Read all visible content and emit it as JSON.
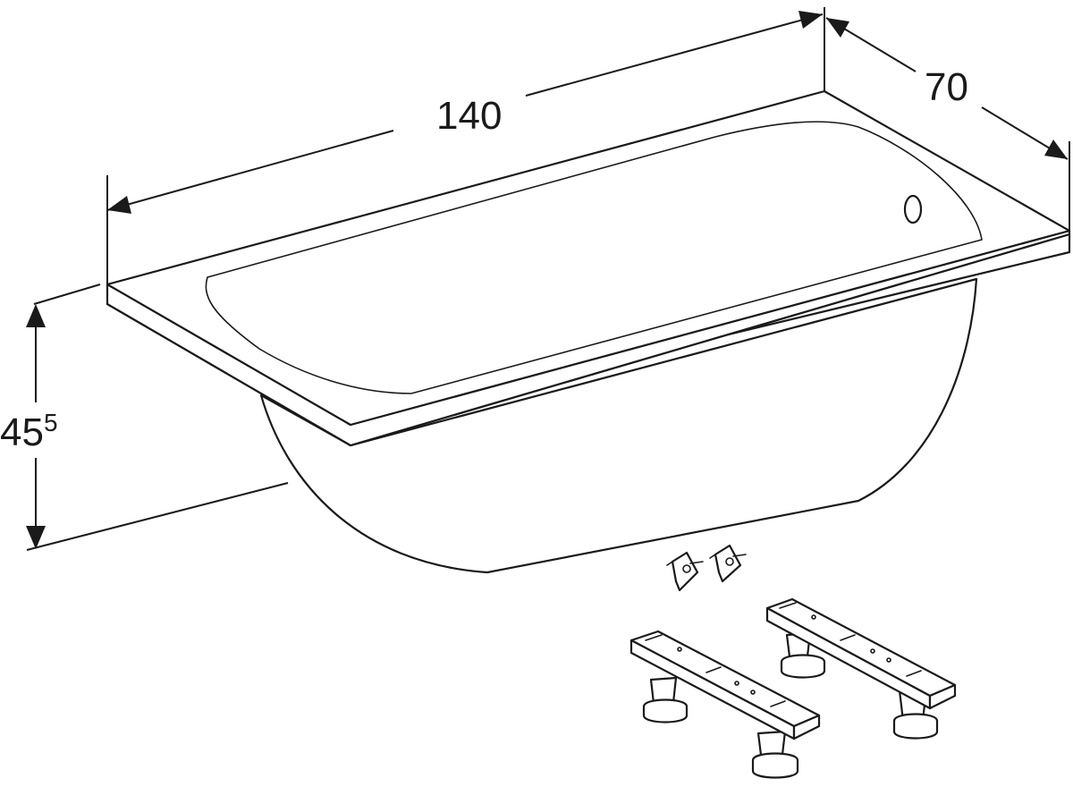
{
  "dimensions": {
    "length": "140",
    "depth": "70",
    "height_main": "45",
    "height_sup": "5"
  },
  "colors": {
    "line": "#1a1a1a",
    "background": "#ffffff"
  }
}
